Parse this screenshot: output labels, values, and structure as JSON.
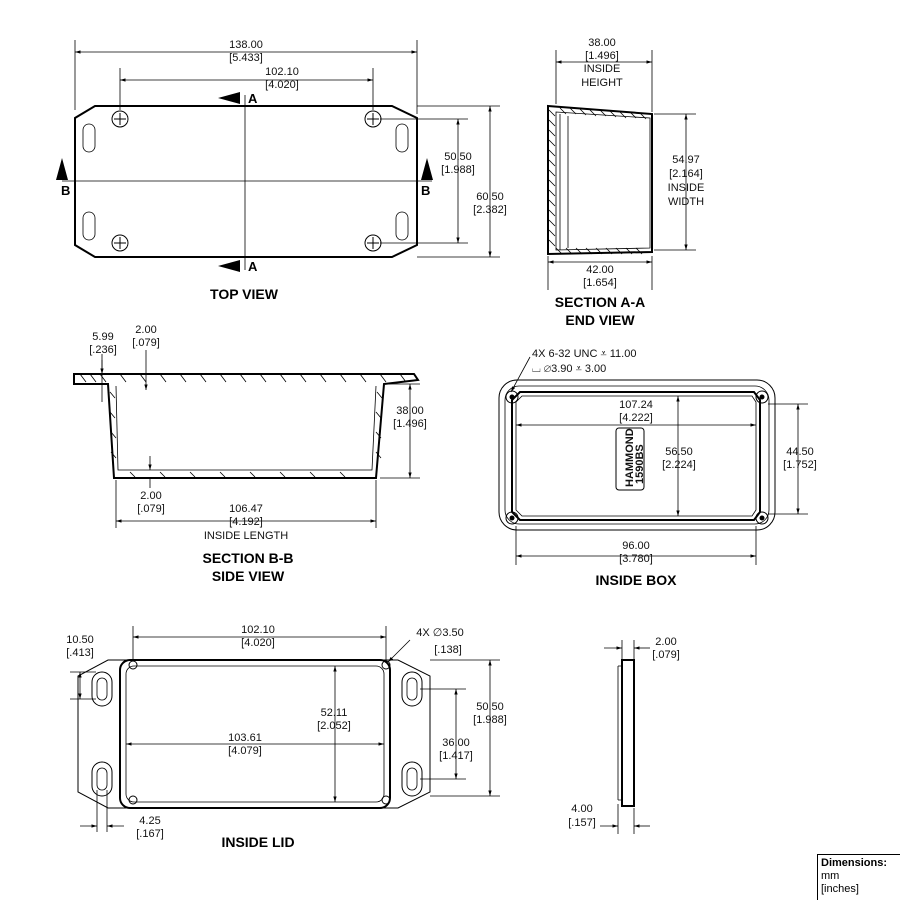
{
  "views": {
    "top_view": {
      "title": "TOP VIEW",
      "section_a_label": "A",
      "section_b_label": "B",
      "dims": {
        "overall_length": {
          "mm": "138.00",
          "in": "[5.433]"
        },
        "screw_spacing_x": {
          "mm": "102.10",
          "in": "[4.020]"
        },
        "screw_spacing_y": {
          "mm": "50.50",
          "in": "[1.988]"
        },
        "overall_width": {
          "mm": "60.50",
          "in": "[2.382]"
        }
      }
    },
    "section_aa": {
      "title1": "SECTION A-A",
      "title2": "END VIEW",
      "dims": {
        "inside_height": {
          "mm": "38.00",
          "in": "[1.496]",
          "l1": "INSIDE",
          "l2": "HEIGHT"
        },
        "inside_width": {
          "mm": "54.97",
          "in": "[2.164]",
          "l1": "INSIDE",
          "l2": "WIDTH"
        },
        "bottom_width": {
          "mm": "42.00",
          "in": "[1.654]"
        }
      }
    },
    "section_bb": {
      "title1": "SECTION B-B",
      "title2": "SIDE VIEW",
      "dims": {
        "flange": {
          "mm": "5.99",
          "in": "[.236]"
        },
        "wall_top": {
          "mm": "2.00",
          "in": "[.079]"
        },
        "height": {
          "mm": "38.00",
          "in": "[1.496]"
        },
        "floor": {
          "mm": "2.00",
          "in": "[.079]"
        },
        "inside_length": {
          "mm": "106.47",
          "in": "[4.192]",
          "label": "INSIDE LENGTH"
        }
      }
    },
    "inside_box": {
      "title": "INSIDE BOX",
      "thread_note_1": "4X 6-32 UNC ⩡ 11.00",
      "thread_note_2": "⌴ ∅3.90 ⩡ 3.00",
      "brand_1": "HAMMOND",
      "brand_2": "1590BS",
      "dims": {
        "inner_length": {
          "mm": "107.24",
          "in": "[4.222]"
        },
        "inner_width": {
          "mm": "56.50",
          "in": "[2.224]"
        },
        "hole_spacing_y": {
          "mm": "44.50",
          "in": "[1.752]"
        },
        "hole_spacing_x": {
          "mm": "96.00",
          "in": "[3.780]"
        }
      }
    },
    "inside_lid": {
      "title": "INSIDE LID",
      "dims": {
        "slot_offset": {
          "mm": "10.50",
          "in": "[.413]"
        },
        "hole_spacing_x": {
          "mm": "102.10",
          "in": "[4.020]"
        },
        "hole_dia": {
          "mm": "4X ∅3.50",
          "in": "[.138]"
        },
        "gasket_width": {
          "mm": "52.11",
          "in": "[2.052]"
        },
        "gasket_length": {
          "mm": "103.61",
          "in": "[4.079]"
        },
        "overall_width": {
          "mm": "50.50",
          "in": "[1.988]"
        },
        "slot_spacing": {
          "mm": "36.00",
          "in": "[1.417]"
        },
        "slot_width": {
          "mm": "4.25",
          "in": "[.167]"
        }
      }
    },
    "lid_side": {
      "dims": {
        "lip": {
          "mm": "2.00",
          "in": "[.079]"
        },
        "thickness": {
          "mm": "4.00",
          "in": "[.157]"
        }
      }
    }
  },
  "legend": {
    "title": "Dimensions:",
    "unit1": "mm",
    "unit2": "[inches]"
  }
}
